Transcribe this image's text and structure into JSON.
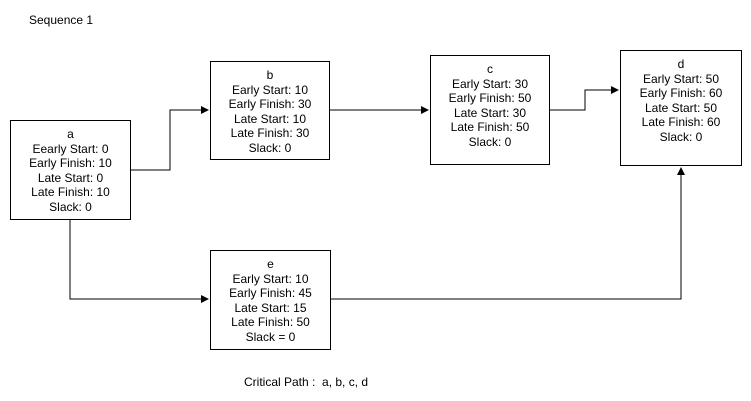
{
  "title": "Sequence 1",
  "nodes": {
    "a": {
      "name": "a",
      "lines": [
        "Eearly Start: 0",
        "Early Finish: 10",
        "Late Start: 0",
        "Late Finish: 10",
        "Slack: 0"
      ]
    },
    "b": {
      "name": "b",
      "lines": [
        "Early Start: 10",
        "Early Finish: 30",
        "Late Start: 10",
        "Late Finish: 30",
        "Slack: 0"
      ]
    },
    "c": {
      "name": "c",
      "lines": [
        "Early Start: 30",
        "Early Finish: 50",
        "Late Start: 30",
        "Late Finish: 50",
        "Slack: 0"
      ]
    },
    "d": {
      "name": "d",
      "lines": [
        "Early Start: 50",
        "Early Finish: 60",
        "Late Start: 50",
        "Late Finish: 60",
        "Slack: 0"
      ]
    },
    "e": {
      "name": "e",
      "lines": [
        "Early Start: 10",
        "Early Finish: 45",
        "Late Start: 15",
        "Late Finish: 50",
        "Slack = 0"
      ]
    }
  },
  "critical_path": "Critical Path :  a, b, c, d",
  "colors": {
    "stroke": "#000000",
    "background": "#ffffff",
    "text": "#000000"
  }
}
